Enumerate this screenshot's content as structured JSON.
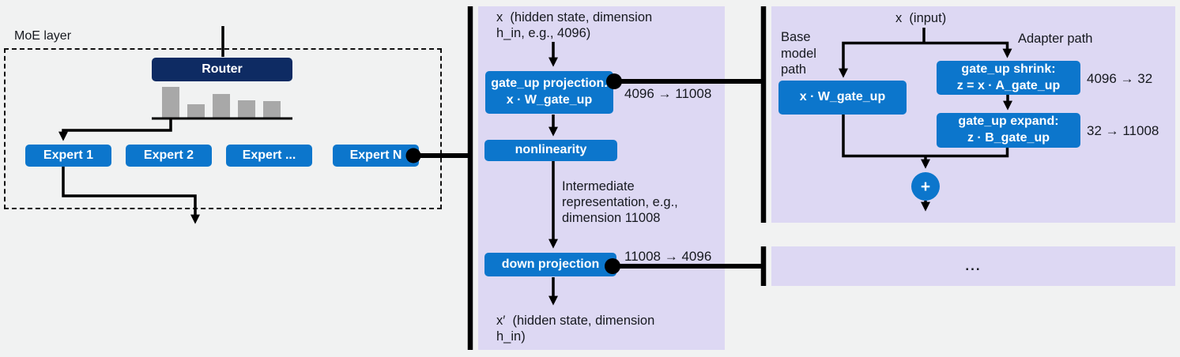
{
  "colors": {
    "background": "#f1f2f2",
    "panel_lavender": "#ddd8f3",
    "box_blue": "#0c76cc",
    "router_navy": "#0e2b63",
    "bar_gray": "#a8a8a8",
    "line_black": "#000000"
  },
  "moe": {
    "label": "MoE layer",
    "router": "Router",
    "router_bars": [
      40,
      18,
      31,
      23,
      22
    ],
    "experts": [
      "Expert 1",
      "Expert 2",
      "Expert ...",
      "Expert N"
    ]
  },
  "expert_internals": {
    "input": "x  (hidden state, dimension\nh_in, e.g., 4096)",
    "gate_up_box": "gate_up projection.\nx · W_gate_up",
    "gate_up_dims": "4096 → 11008",
    "nonlinearity": "nonlinearity",
    "intermediate": "Intermediate\nrepresentation, e.g.,\ndimension 11008",
    "down_box": "down projection",
    "down_dims": "11008 → 4096",
    "output": "x′  (hidden state, dimension\nh_in)"
  },
  "lora_adapter": {
    "input": "x  (input)",
    "base_path_label": "Base\nmodel\npath",
    "adapter_path_label": "Adapter path",
    "base_box": "x · W_gate_up",
    "shrink_box": "gate_up shrink:\nz = x · A_gate_up",
    "shrink_dims": "4096 → 32",
    "expand_box": "gate_up expand:\nz · B_gate_up",
    "expand_dims": "32 → 11008",
    "plus": "+"
  },
  "more_panel": {
    "ellipsis": "..."
  }
}
